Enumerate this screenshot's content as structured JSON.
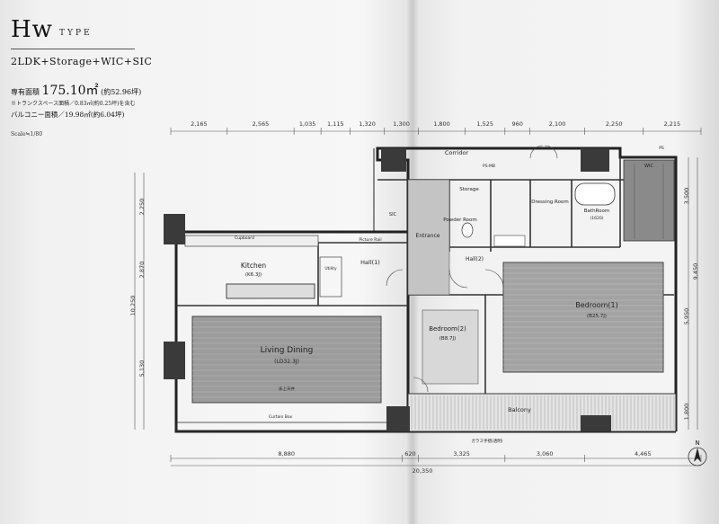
{
  "header": {
    "type_letter": "Hw",
    "type_word": "TYPE",
    "layout": "2LDK+Storage+WIC+SIC",
    "area_label": "専有面積",
    "area_value": "175.10㎡",
    "area_tsubo": "(約52.96坪)",
    "trunk_note": "※トランクスペース面積／0.83㎡(約0.25坪)を含む",
    "balcony_area": "バルコニー面積／19.98㎡(約6.04坪)",
    "scale": "Scale≒1/80"
  },
  "dims_top": [
    "2,165",
    "2,565",
    "1,035",
    "1,115",
    "1,320",
    "1,300",
    "1,800",
    "1,525",
    "960",
    "2,100",
    "2,250",
    "2,215"
  ],
  "dims_bottom": [
    "8,880",
    "620",
    "3,325",
    "3,060",
    "4,465"
  ],
  "dim_total": "20,350",
  "dims_left": [
    "2,250",
    "2,870",
    "10,250",
    "5,130"
  ],
  "dims_right": [
    "3,500",
    "9,450",
    "5,950",
    "1,800"
  ],
  "rooms": {
    "living": "Living Dining",
    "living_size": "(LD32.3J)",
    "kitchen": "Kitchen",
    "kitchen_size": "(K6.3J)",
    "bed1": "Bedroom(1)",
    "bed1_size": "(B25.7J)",
    "bed2": "Bedroom(2)",
    "bed2_size": "(B8.7J)",
    "hall1": "Hall(1)",
    "hall2": "Hall(2)",
    "entrance": "Entrance",
    "corridor": "Corridor",
    "balcony": "Balcony",
    "powder": "Powder Room",
    "dressing": "Dressing Room",
    "bath": "BathRoom",
    "bath_size": "(1620)",
    "storage": "Storage",
    "sic": "SIC",
    "wic": "WIC"
  },
  "labels": {
    "picture_rail": "Picture Rail",
    "curtain_box": "Curtain Box",
    "ps": "PS",
    "cupboard": "Cupboard",
    "utility": "Utility",
    "ps_mb": "PS·MB",
    "glass_rail": "ガラス手摺(透明)",
    "ceiling_note": "床上天井",
    "north": "N"
  }
}
